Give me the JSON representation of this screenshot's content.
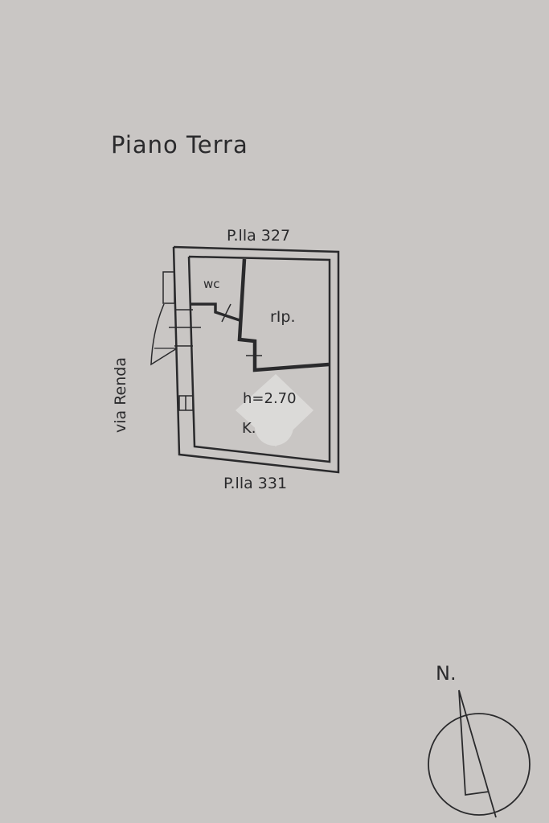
{
  "title": "Piano Terra",
  "labels": {
    "north_parcel": "P.lla 327",
    "south_parcel": "P.lla 331",
    "street": "via Renda",
    "wc": "wc",
    "storage": "rIp.",
    "height": "h=2.70",
    "kitchen": "K."
  },
  "compass": {
    "label": "N."
  },
  "colors": {
    "paper": "#c9c6c4",
    "ink": "#2a2a2c"
  }
}
